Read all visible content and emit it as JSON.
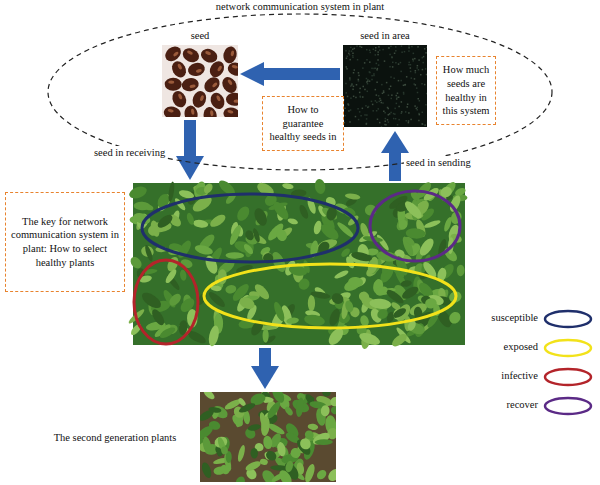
{
  "diagram": {
    "nodes": [
      {
        "text": [
          "network communication system in plant"
        ]
      },
      {
        "text": [
          "seed"
        ],
        "in": 0
      },
      {
        "text": [
          "seed in area"
        ],
        "in": 0
      },
      {
        "text": [
          "How much seeds are healthy in this system"
        ],
        "in": 0
      },
      {
        "text": [
          "How to guarantee healthy seeds in"
        ],
        "in": 0
      },
      {
        "text": [
          "The key for network communication system in plant: How to select healthy plants"
        ]
      },
      {
        "text": [
          "The second generation plants"
        ]
      }
    ],
    "edges": [
      {
        "from": 2,
        "to": 1,
        "arrow": "to"
      }
    ],
    "labels": [
      "seed in receiving",
      "seed in sending"
    ],
    "legend": [
      {
        "text": "susceptible"
      },
      {
        "text": "exposed"
      },
      {
        "text": "infective"
      },
      {
        "text": "recover"
      }
    ]
  }
}
